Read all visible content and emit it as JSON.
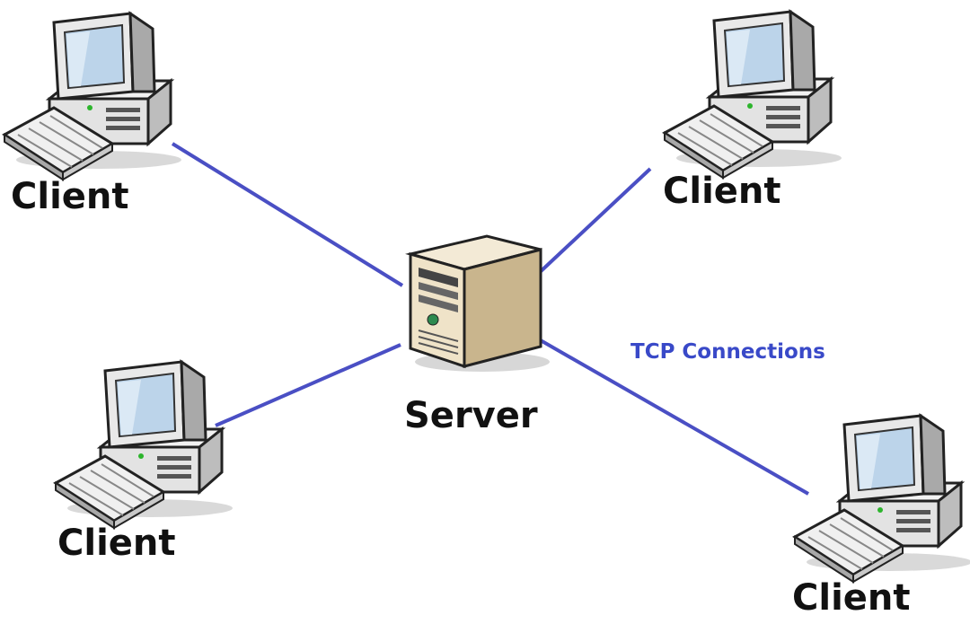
{
  "colors": {
    "link": "#4a4fc4",
    "annotation": "#3949c8",
    "server_body": "#e9dcc0",
    "server_side": "#b9a57e",
    "monitor_screen": "#bcd4ea",
    "case": "#e6e6e6"
  },
  "server": {
    "label": "Server",
    "icon": "server-tower-icon"
  },
  "clients": [
    {
      "id": "top-left",
      "label": "Client",
      "icon": "desktop-computer-icon"
    },
    {
      "id": "top-right",
      "label": "Client",
      "icon": "desktop-computer-icon"
    },
    {
      "id": "bottom-left",
      "label": "Client",
      "icon": "desktop-computer-icon"
    },
    {
      "id": "bottom-right",
      "label": "Client",
      "icon": "desktop-computer-icon"
    }
  ],
  "connections_label": "TCP Connections"
}
